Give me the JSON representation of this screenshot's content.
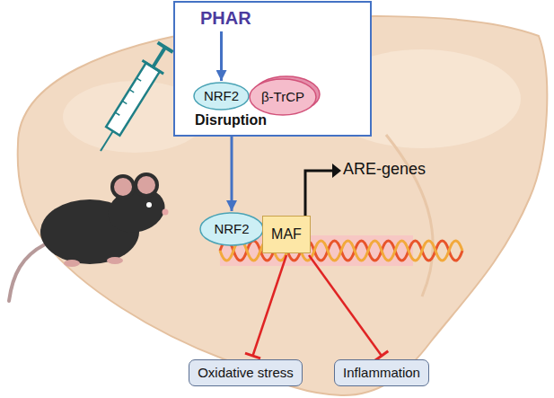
{
  "diagram": {
    "nodes": [
      {
        "text": [
          "PHAR",
          "Disruption"
        ]
      },
      {
        "text": [
          "NRF2"
        ],
        "in": 0
      },
      {
        "text": [
          "β-TrCP"
        ],
        "in": 0
      },
      {
        "text": [
          "NRF2"
        ]
      },
      {
        "text": [
          "MAF"
        ]
      },
      {
        "text": [
          "Oxidative stress"
        ]
      },
      {
        "text": [
          "Inflammation"
        ]
      }
    ],
    "edges": [
      {
        "from": 0,
        "to": 3,
        "arrow": "to"
      },
      {
        "from": 4,
        "to": 5,
        "arrow": "to"
      },
      {
        "from": 4,
        "to": 6,
        "arrow": "to"
      }
    ],
    "labels": [
      "ARE-genes"
    ]
  }
}
